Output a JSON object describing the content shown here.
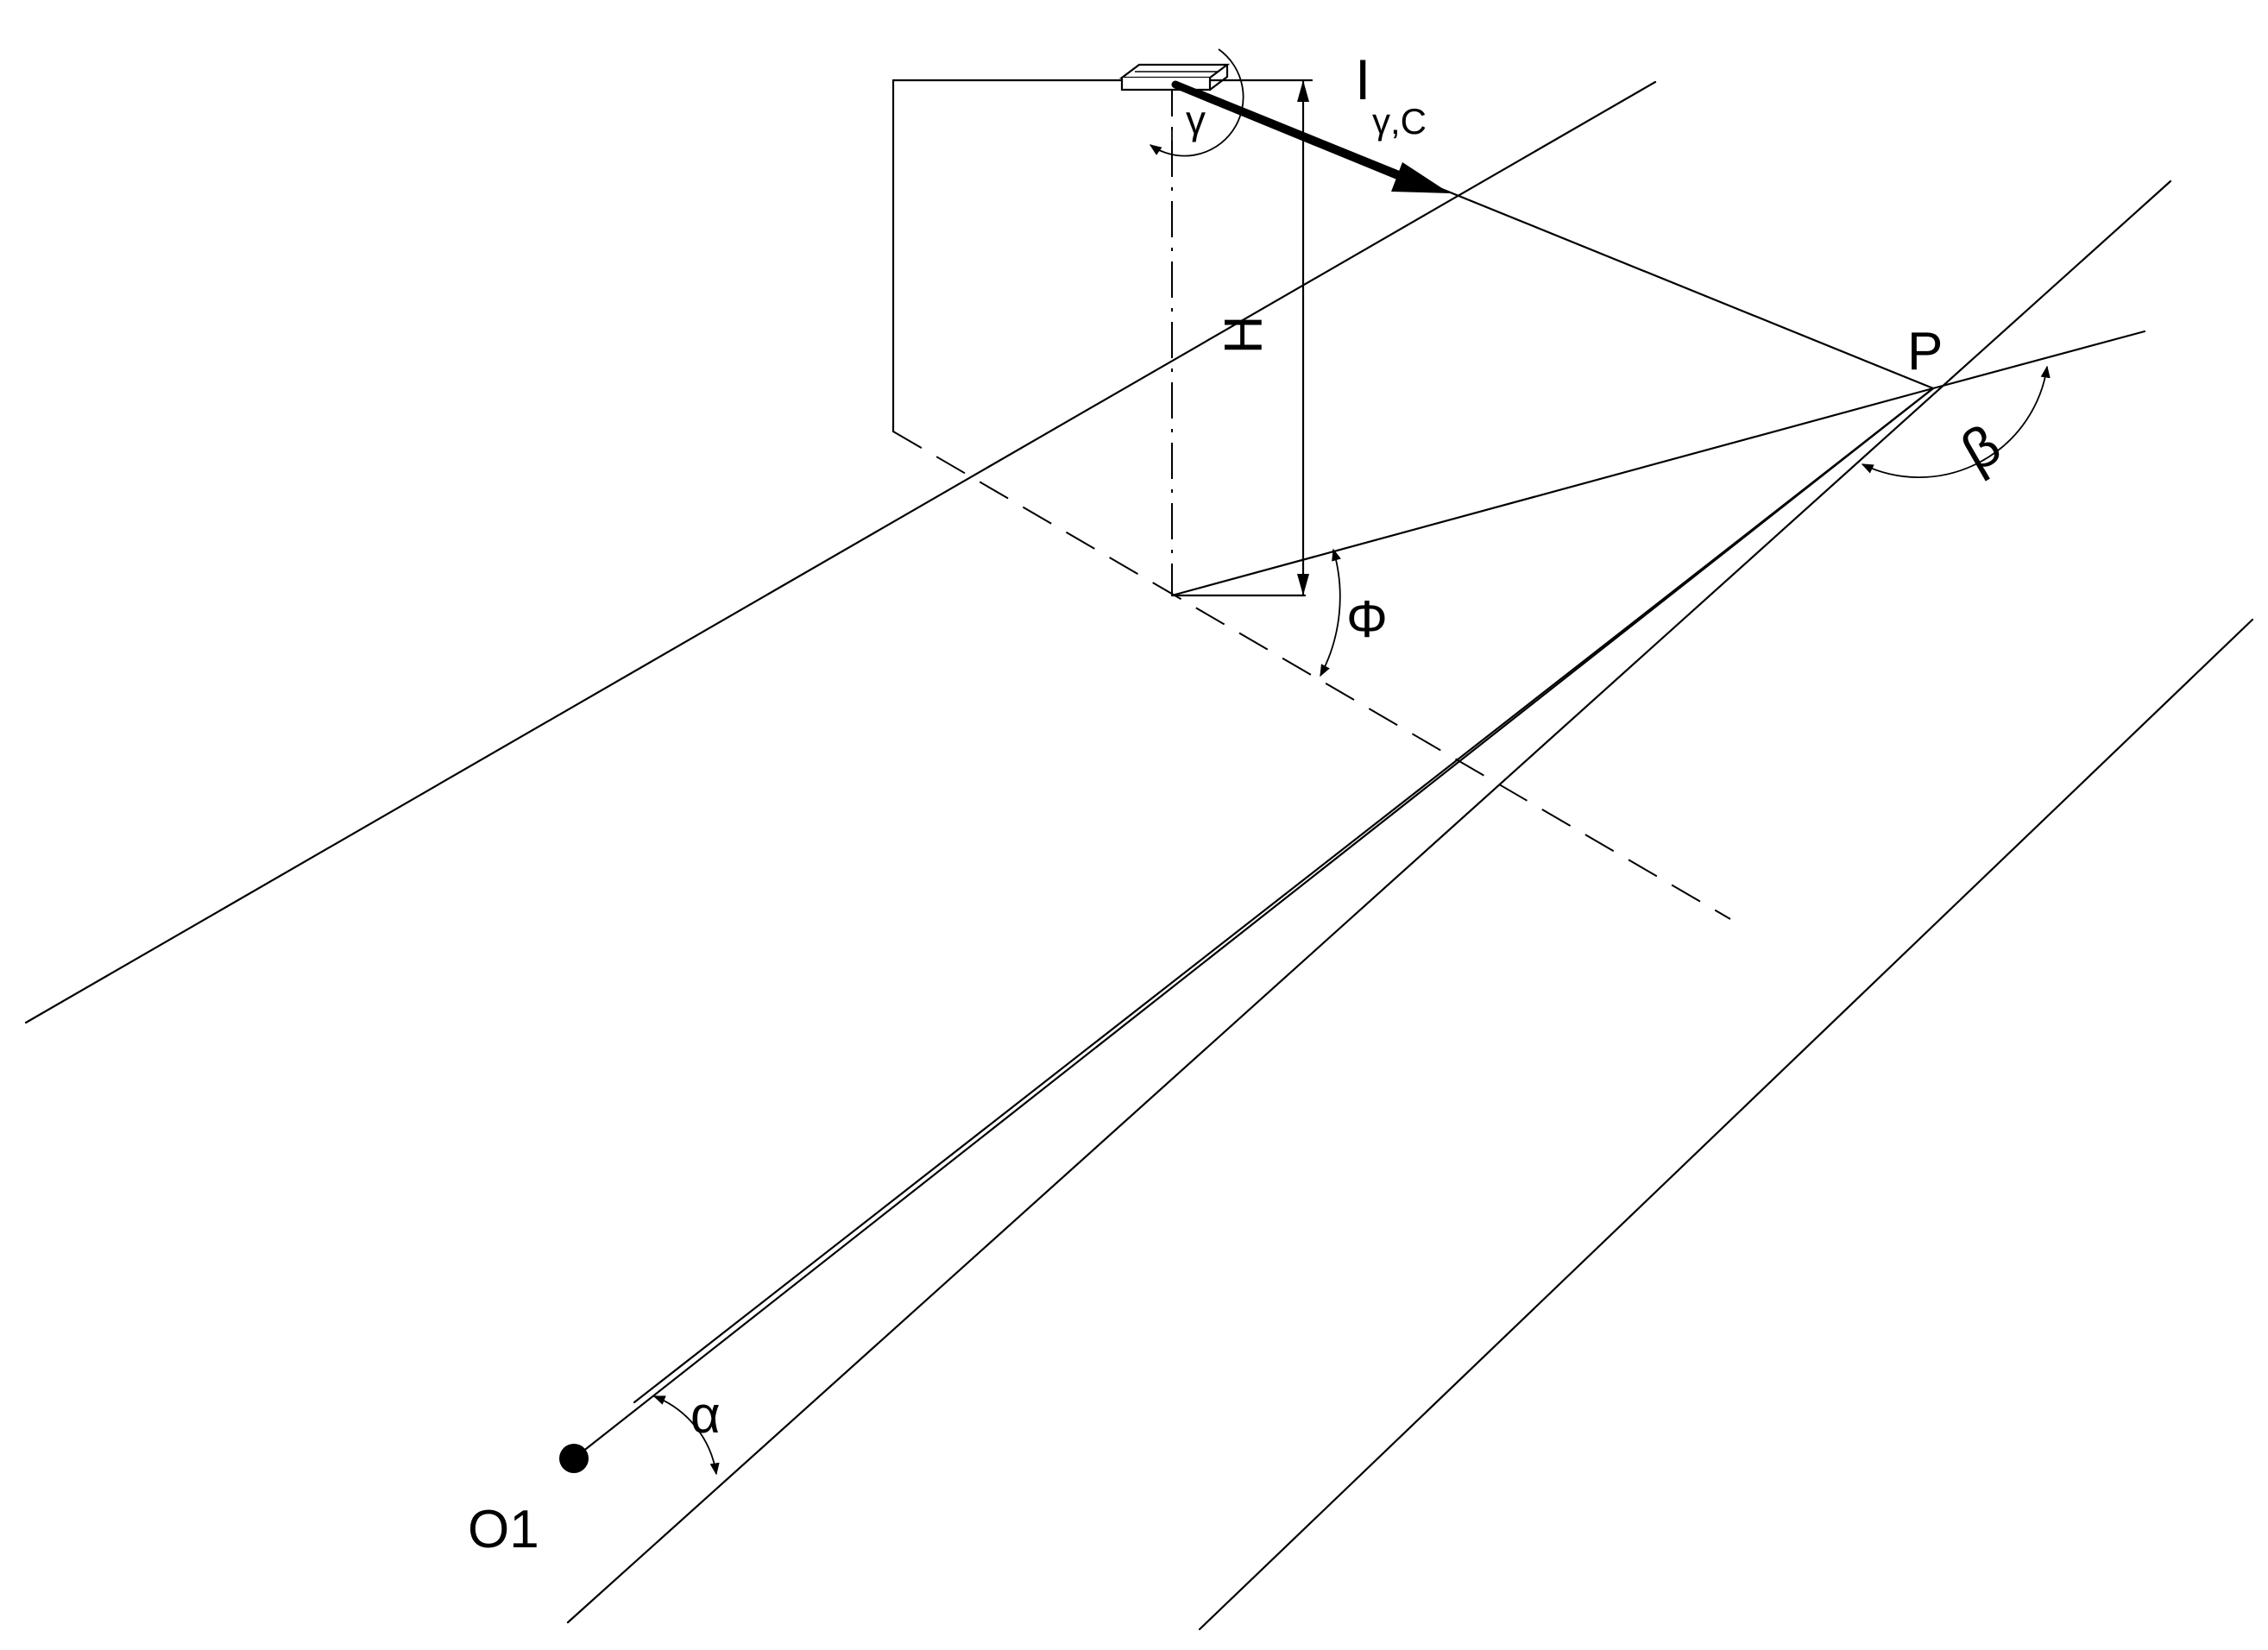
{
  "labels": {
    "intensity": "I",
    "intensity_sub": "γ,C",
    "height": "H",
    "point_p": "P",
    "origin": "O1",
    "angle_gamma": "γ",
    "angle_beta": "β",
    "angle_phi": "Φ",
    "angle_alpha": "α"
  },
  "colors": {
    "stroke": "#000000",
    "background": "#ffffff"
  }
}
